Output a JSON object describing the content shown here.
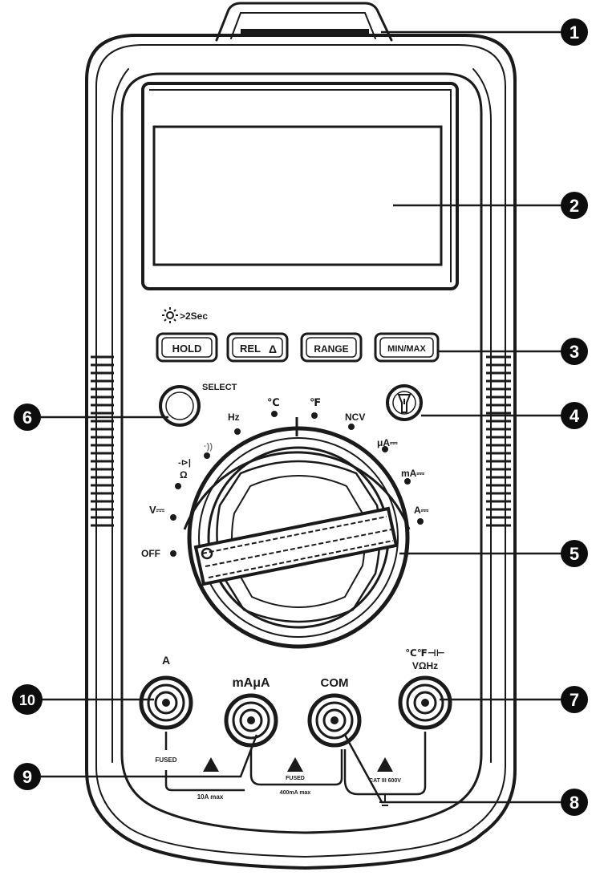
{
  "sidepanel": {
    "backlight_hint": ">2Sec"
  },
  "buttons": {
    "hold": "HOLD",
    "rel": "REL",
    "rel_symbol": "Δ",
    "range": "RANGE",
    "minmax": "MIN/MAX"
  },
  "select_label": "SELECT",
  "dial": {
    "hz": "Hz",
    "celsius": "℃",
    "fahrenheit": "℉",
    "ncv": "NCV",
    "ua": "μA⎓",
    "ma": "mA⎓",
    "a": "A⎓",
    "ohm": "Ω",
    "diode": "-⊳|",
    "continuity": "·))",
    "v": "V⎓",
    "off": "OFF"
  },
  "jacks": {
    "a_label": "A",
    "maua_label": "mAμA",
    "com_label": "COM",
    "volt_label_top": "℃℉⊣⊢",
    "volt_label_bottom": "VΩHz",
    "fused": "FUSED",
    "fused2": "FUSED",
    "max_a": "10A max",
    "max_ma": "400mA max",
    "cat": "CAT III 600V"
  },
  "callouts": [
    "1",
    "2",
    "3",
    "4",
    "5",
    "6",
    "7",
    "8",
    "9",
    "10"
  ],
  "colors": {
    "outline": "#1a1a1a",
    "callout_fill": "#0d0d0d",
    "callout_text": "#ffffff"
  }
}
